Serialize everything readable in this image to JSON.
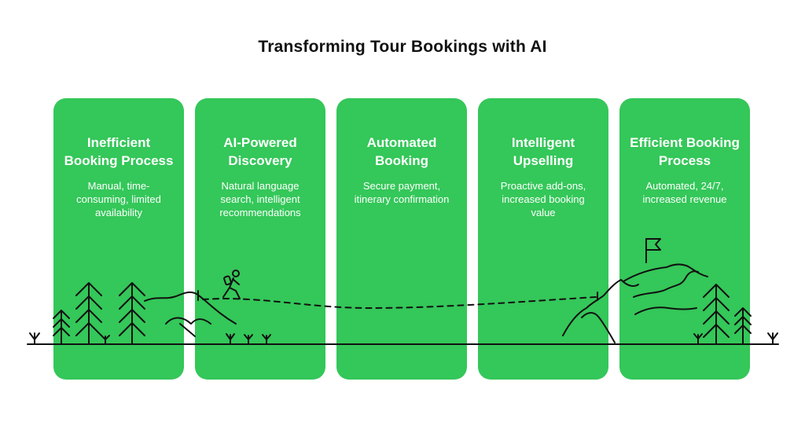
{
  "title": "Transforming Tour Bookings with AI",
  "colors": {
    "card": "#34c759",
    "ink": "#111111",
    "text": "#ffffff"
  },
  "stages": [
    {
      "title": "Inefficient Booking Process",
      "description": "Manual, time-consuming, limited availability"
    },
    {
      "title": "AI-Powered Discovery",
      "description": "Natural language search, intelligent recommendations"
    },
    {
      "title": "Automated Booking",
      "description": "Secure payment, itinerary confirmation"
    },
    {
      "title": "Intelligent Upselling",
      "description": "Proactive add-ons, increased booking value"
    },
    {
      "title": "Efficient Booking Process",
      "description": "Automated, 24/7, increased revenue"
    }
  ],
  "icons": [
    "tree-icon",
    "hiker-icon",
    "mountain-icon",
    "flag-icon",
    "grass-icon"
  ]
}
